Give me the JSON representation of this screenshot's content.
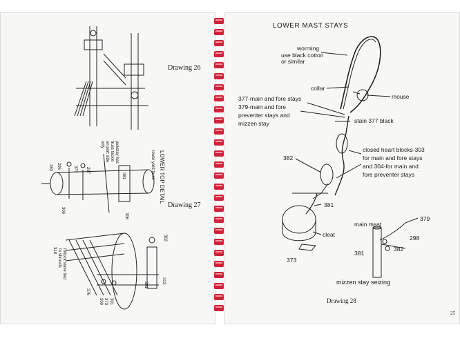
{
  "left_page": {
    "drawing_26_caption": "Drawing 26",
    "drawing_27_caption": "Drawing 27",
    "lower_top_detail": "LOWER TOP DETAIL",
    "lower_yard_truss": "lower yard truss",
    "jackstay_note": [
      "jackstay has",
      "truss tackle",
      "on port side",
      "only"
    ],
    "labels_27": [
      "383",
      "373",
      "296",
      "297",
      "381",
      "306"
    ],
    "labels_lower": [
      "318",
      "302",
      "313",
      "381",
      "376",
      "373",
      "300",
      "301",
      "306"
    ],
    "futtock_note": [
      "futtock stave tied",
      "to shrouds"
    ]
  },
  "right_page": {
    "title": "LOWER MAST STAYS",
    "worming": [
      "worming",
      "use black cotton",
      "or similar"
    ],
    "collar": "collar",
    "mouse": "mouse",
    "stay_list": [
      "377-main and fore stays",
      "379-main and fore",
      "preventer stays and",
      "mizzen stay"
    ],
    "stain": "stain 377 black",
    "heart_blocks": [
      "closed heart blocks-303",
      "for main and fore stays",
      "and 304-for main and",
      "fore preventer stays"
    ],
    "label_382": "382",
    "label_381": "381",
    "cleat": "cleat",
    "label_373": "373",
    "main_mast": "main mast",
    "label_379": "379",
    "label_298": "298",
    "label_381b": "381",
    "label_382b": "382",
    "mizzen_seizing": "mizzen stay seizing",
    "drawing_28_caption": "Drawing 28",
    "page_number": "25"
  },
  "colors": {
    "paper": "#f7f7f5",
    "spiral_red": "#d0223a",
    "ink": "#1a1a1a"
  }
}
